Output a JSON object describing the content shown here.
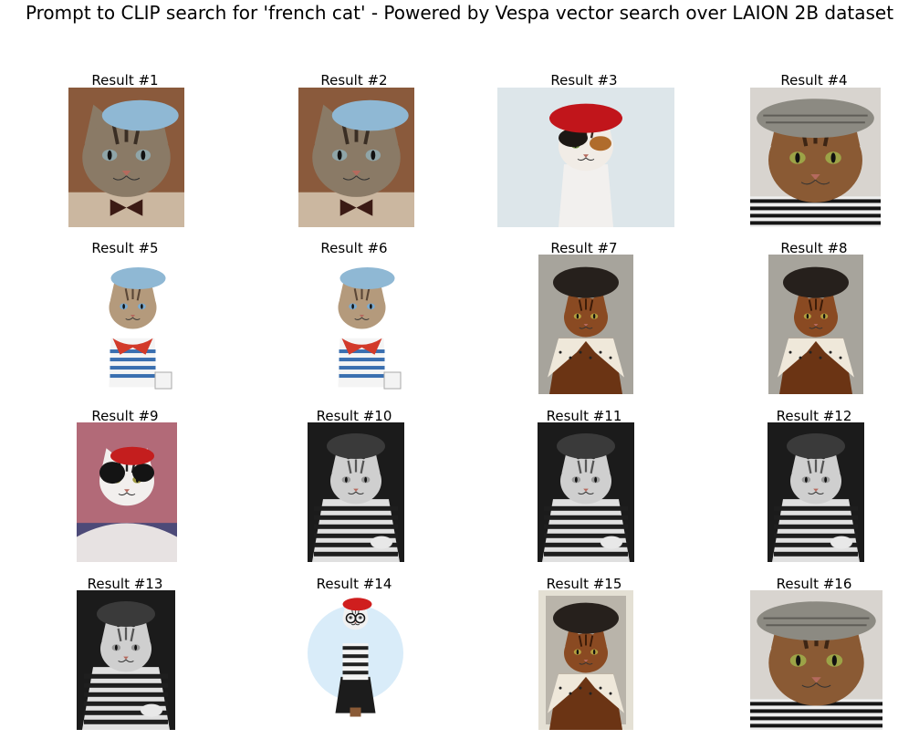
{
  "page": {
    "title": "Prompt to CLIP search for 'french cat' - Powered by Vespa vector search over LAION 2B dataset"
  },
  "results": [
    {
      "caption": "Result #1",
      "style": "tabby-beret"
    },
    {
      "caption": "Result #2",
      "style": "tabby-beret"
    },
    {
      "caption": "Result #3",
      "style": "calico-red-beret"
    },
    {
      "caption": "Result #4",
      "style": "tweed-cap"
    },
    {
      "caption": "Result #5",
      "style": "illustrated-beret"
    },
    {
      "caption": "Result #6",
      "style": "illustrated-beret"
    },
    {
      "caption": "Result #7",
      "style": "dark-beret-scarf"
    },
    {
      "caption": "Result #8",
      "style": "dark-beret-scarf"
    },
    {
      "caption": "Result #9",
      "style": "bw-red-beret"
    },
    {
      "caption": "Result #10",
      "style": "grayscale-striped"
    },
    {
      "caption": "Result #11",
      "style": "grayscale-striped"
    },
    {
      "caption": "Result #12",
      "style": "grayscale-striped"
    },
    {
      "caption": "Result #13",
      "style": "grayscale-striped"
    },
    {
      "caption": "Result #14",
      "style": "hipster-illustration"
    },
    {
      "caption": "Result #15",
      "style": "dark-beret-scarf-framed"
    },
    {
      "caption": "Result #16",
      "style": "tweed-cap"
    }
  ]
}
